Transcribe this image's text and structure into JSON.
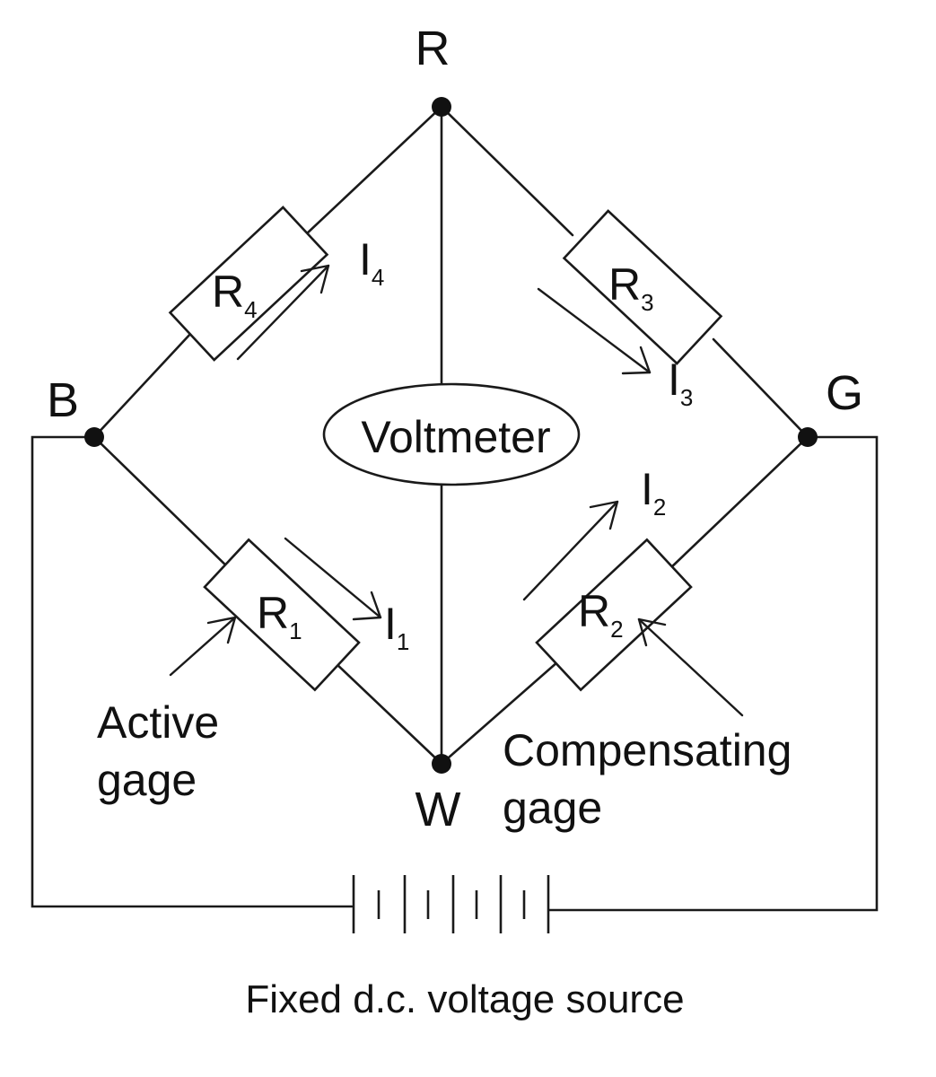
{
  "nodes": {
    "top": "R",
    "left": "B",
    "right": "G",
    "bottom": "W"
  },
  "resistors": {
    "r4": {
      "letter": "R",
      "sub": "4"
    },
    "r3": {
      "letter": "R",
      "sub": "3"
    },
    "r1": {
      "letter": "R",
      "sub": "1"
    },
    "r2": {
      "letter": "R",
      "sub": "2"
    }
  },
  "currents": {
    "i4": {
      "letter": "I",
      "sub": "4"
    },
    "i3": {
      "letter": "I",
      "sub": "3"
    },
    "i2": {
      "letter": "I",
      "sub": "2"
    },
    "i1": {
      "letter": "I",
      "sub": "1"
    }
  },
  "meter": "Voltmeter",
  "active_gage": {
    "line1": "Active",
    "line2": "gage"
  },
  "compensating_gage": {
    "line1": "Compensating",
    "line2": "gage"
  },
  "source_caption": "Fixed d.c. voltage source"
}
